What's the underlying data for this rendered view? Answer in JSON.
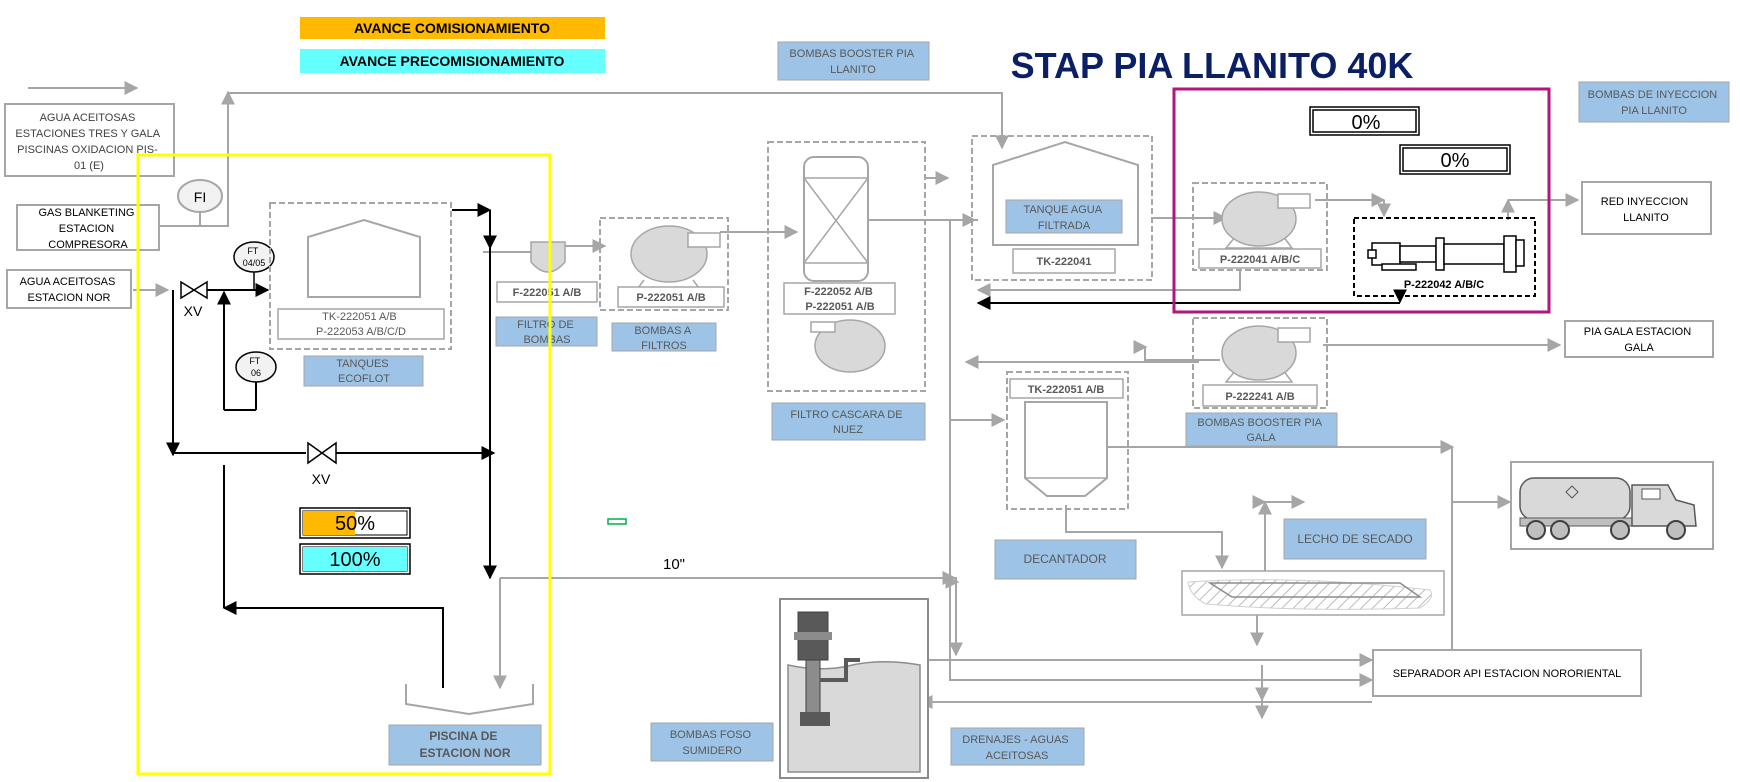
{
  "legend": {
    "commissioning_label": "AVANCE COMISIONAMIENTO",
    "precommissioning_label": "AVANCE PRECOMISIONAMIENTO",
    "commissioning_color": "#FFB900",
    "precommissioning_color": "#66FFFF"
  },
  "title": "STAP PIA LLANITO 40K",
  "sources": {
    "agua_aceitosas_tres_gala": [
      "AGUA ACEITOSAS",
      "ESTACIONES TRES Y GALA",
      "PISCINAS OXIDACION PIS-",
      "01 (E)"
    ],
    "gas_blanketing": [
      "GAS BLANKETING",
      "ESTACION",
      "COMPRESORA"
    ],
    "agua_aceitosas_nor": [
      "AGUA ACEITOSAS",
      "ESTACION NOR"
    ]
  },
  "instruments": {
    "fi": "FI",
    "ft_0405": [
      "FT",
      "04/05"
    ],
    "ft_06": [
      "FT",
      "06"
    ],
    "xv_1": "XV",
    "xv_2": "XV"
  },
  "equipment": {
    "tk_222051": [
      "TK-222051 A/B",
      "P-222053 A/B/C/D"
    ],
    "tanques_ecoflot": [
      "TANQUES",
      "ECOFLOT"
    ],
    "f_222051": "F-222051 A/B",
    "filtro_bombas": [
      "FILTRO DE",
      "BOMBAS"
    ],
    "p_222051": "P-222051 A/B",
    "bombas_filtros": [
      "BOMBAS A",
      "FILTROS"
    ],
    "f_222052": [
      "F-222052 A/B",
      "P-222051 A/B"
    ],
    "filtro_cascara": [
      "FILTRO CASCARA DE",
      "NUEZ"
    ],
    "bombas_booster_llanito": [
      "BOMBAS BOOSTER PIA",
      "LLANITO"
    ],
    "tanque_agua_filtrada": [
      "TANQUE AGUA",
      "FILTRADA"
    ],
    "tk_222041": "TK-222041",
    "p_222041": "P-222041 A/B/C",
    "p_222042": "P-222042 A/B/C",
    "p_222241": "P-222241 A/B",
    "bombas_booster_gala": [
      "BOMBAS BOOSTER PIA",
      "GALA"
    ],
    "tk_222051_decant": "TK-222051 A/B",
    "decantador": "DECANTADOR",
    "lecho_secado": "LECHO DE SECADO",
    "bombas_foso": [
      "BOMBAS FOSO",
      "SUMIDERO"
    ],
    "drenajes": [
      "DRENAJES - AGUAS",
      "ACEITOSAS"
    ],
    "piscina_nor": [
      "PISCINA DE",
      "ESTACION NOR"
    ],
    "bombas_inyeccion_llanito": [
      "BOMBAS DE INYECCION",
      "PIA LLANITO"
    ]
  },
  "destinations": {
    "red_inyeccion": [
      "RED INYECCION",
      "LLANITO"
    ],
    "pia_gala": [
      "PIA GALA ESTACION",
      "GALA"
    ],
    "separador_api": "SEPARADOR API ESTACION NORORIENTAL"
  },
  "pipe_size": "10\"",
  "progress": {
    "nor": {
      "commissioning": 50,
      "commissioning_label": "50%",
      "precommissioning": 100,
      "precommissioning_label": "100%"
    },
    "injection": {
      "value_1": 0,
      "label_1": "0%",
      "value_2": 0,
      "label_2": "0%"
    }
  },
  "colors": {
    "nor_highlight": "#FFFF00",
    "injection_highlight": "#B0167E",
    "title": "#0B1F66",
    "label_fill": "#9DC3E6"
  }
}
